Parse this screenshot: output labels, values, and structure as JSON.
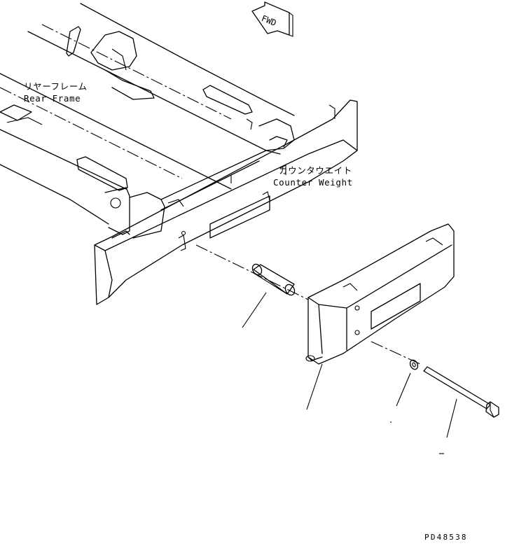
{
  "labels": {
    "rear_frame_jp": "リヤーフレーム",
    "rear_frame_en": "Rear Frame",
    "counterweight_jp": "カウンタウエイト",
    "counterweight_en": "Counter Weight",
    "fwd": "FWD",
    "drawing_code": "PD48538"
  }
}
